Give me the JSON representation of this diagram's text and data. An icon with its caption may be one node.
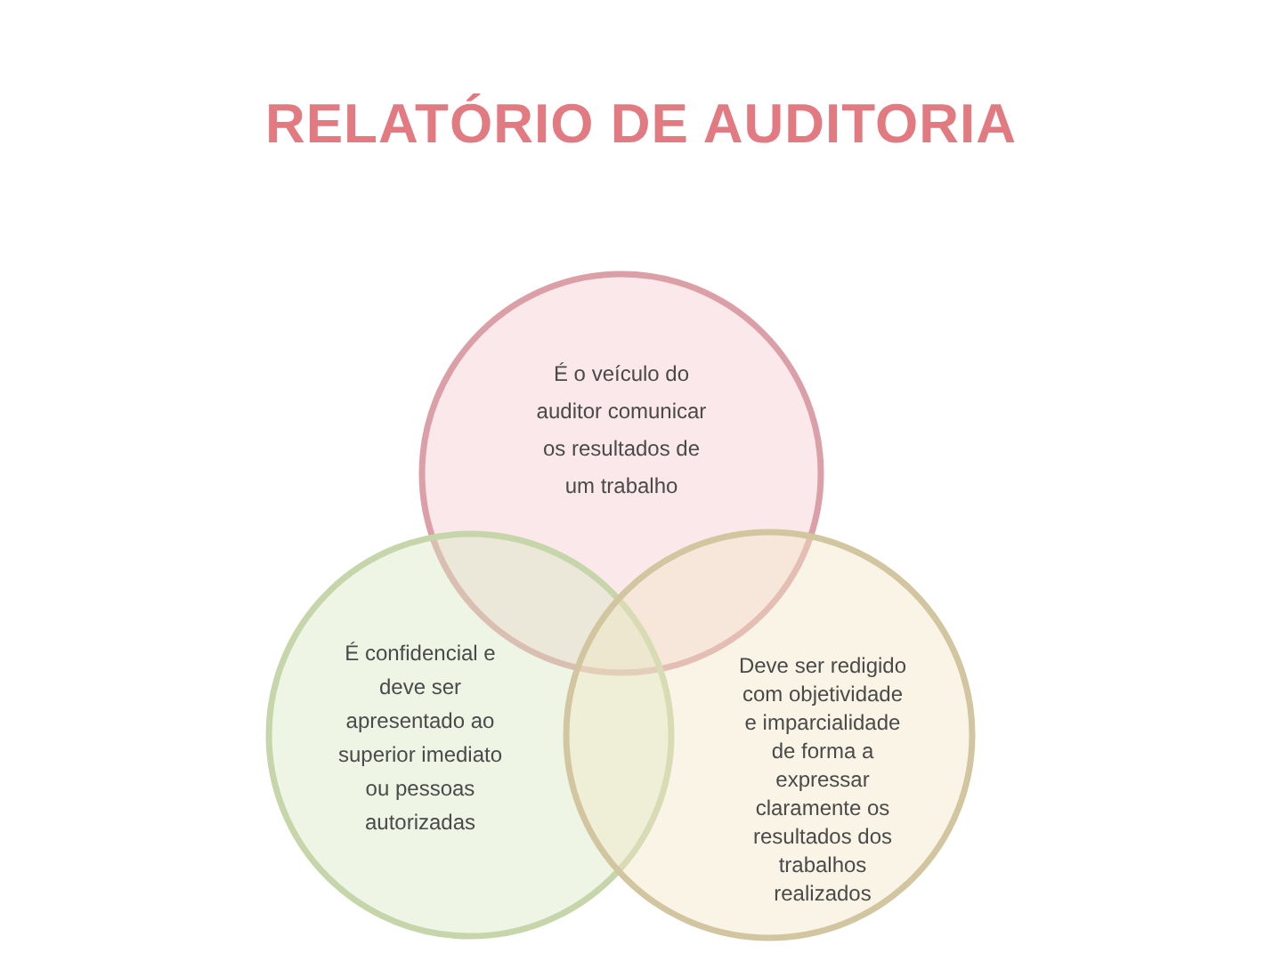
{
  "diagram": {
    "title": "RELATÓRIO DE AUDITORIA",
    "nodes": [
      {
        "text": [
          "É o veículo do auditor comunicar os resultados de um trabalho"
        ]
      },
      {
        "text": [
          "É confidencial e deve ser apresentado ao superior imediato ou pessoas autorizadas"
        ]
      },
      {
        "text": [
          "Deve ser redigido com objetividade e imparcialidade de forma a expressar claramente os resultados dos trabalhos realizados"
        ]
      }
    ]
  }
}
